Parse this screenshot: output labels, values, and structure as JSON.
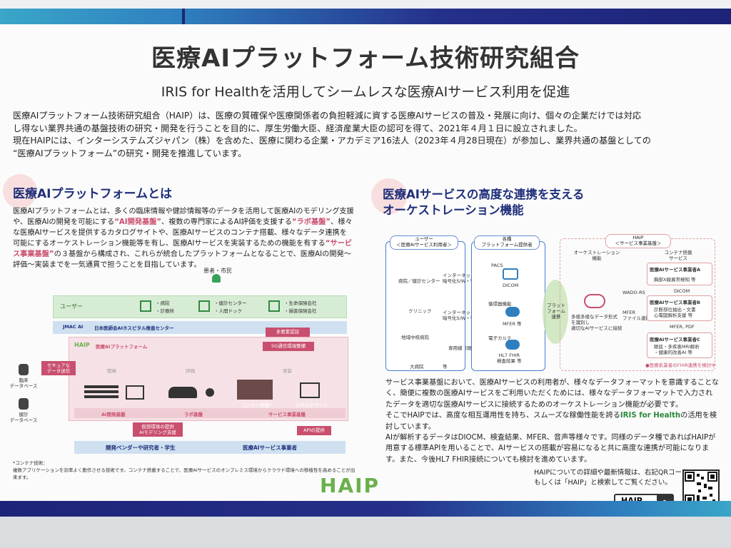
{
  "title": "医療AIプラットフォーム技術研究組合",
  "subtitle": "IRIS for Healthを活用してシームレスな医療AIサービス利用を促進",
  "intro": [
    "医療AIプラットフォーム技術研究組合（HAIP）は、医療の質確保や医療関係者の負担軽減に資する医療AIサービスの普及・発展に向け、個々の企業だけでは対応",
    "し得ない業界共通の基盤技術の研究・開発を行うことを目的に、厚生労働大臣、経済産業大臣の認可を得て、2021年４月１日に設立されました。",
    "現在HAIPには、インターシステムズジャパン（株）を含めた、医療に関わる企業・アカデミア16法人（2023年４月28日現在）が参加し、業界共通の基盤としての",
    "“医療AIプラットフォーム”の研究・開発を推進しています。"
  ],
  "left": {
    "heading": "医療AIプラットフォームとは",
    "body_1": "医療AIプラットフォームとは、多くの臨床情報や健診情報等のデータを活用して医療AIのモデリング支援や、医療AIの開発を可能にする",
    "hl_1": "“AI開発基盤”",
    "body_2": "、複数の専門家によるAI評価を支援する",
    "hl_2": "“ラボ基盤”",
    "body_3": "、様々な医療AIサービスを提供するカタログサイトや、医療AIサービスのコンテナ搭載、様々なデータ連携を可能にするオーケストレーション機能等を有し、医療AIサービスを実装するための機能を有する",
    "hl_3": "“サービス事業基盤”",
    "body_4": "の３基盤から構成され、これらが統合したプラットフォームとなることで、医療AIの開発〜評価〜実装までを一気通貫で担うことを目指しています。",
    "diagram": {
      "patients": "患者・市民",
      "user": "ユーザー",
      "u1a": "・病院",
      "u1b": "・診療所",
      "u2a": "・健診センター",
      "u2b": "・人間ドック",
      "u3a": "・生命保険会社",
      "u3b": "・損害保険会社",
      "jmac_logo": "JMAC AI",
      "jmac": "日本医師会AIホスピタル推進センター",
      "multi_auth": "多要素認証",
      "net5g": "5G通信環境整備",
      "haip_logo": "HAIP",
      "haip_platform": "医療AIプラットフォーム",
      "secure": "セキュアな\nデータ送信",
      "db1": "臨床\nデータベース",
      "db2": "健診\nデータベース",
      "dev": "開発",
      "eval": "評価",
      "impl": "実装",
      "container": "コンテナ搭載*",
      "catalog": "カタログサイト",
      "ai_base": "AI開発基盤",
      "lab_base": "ラボ基盤",
      "svc_base": "サービス事業基盤",
      "env": "仮想環境の提供\nAIモデリング支援",
      "api": "APIの提供",
      "vendors": "開発ベンダーや研究者・学生",
      "providers": "医療AIサービス事業者"
    },
    "footnote_1": "*コンテナ技術：",
    "footnote_2": "複数アプリケーションを効率よく動作させる技術です。コンテナ搭載することで、医療AIサービスのオンプレミス環境からクラウド環境への移植性を高めることが出来ます。"
  },
  "right": {
    "heading_1": "医療AIサービスの高度な連携を支える",
    "heading_2": "オーケストレーション機能",
    "diagram": {
      "col1": "ユーザー\n＜医療AIサービス利用者＞",
      "col2": "各種\nプラットフォーム提供者",
      "col3": "HAIP\n＜サービス事業基盤＞",
      "orch": "オーケストレーション\n機能",
      "container": "コンテナ搭載\nサービス",
      "u1": "病院／健診センター",
      "u2": "クリニック",
      "u3": "地域中核病院",
      "u4": "大病院",
      "etc": "等",
      "vpn1": "インターネットVPN+\n暗号化S/W・等",
      "vpn2": "インターネットVPN+\n暗号化S/W・等",
      "line": "専用線（閉域網）・等",
      "p1": "PACS",
      "p2": "DICOM",
      "p3": "循環器機能",
      "p4": "MFER 等",
      "p5": "電子カルテ",
      "p6": "HL7 FHIR\n検査結果 等",
      "bridge": "プラット\nフォーム\n連携",
      "cloud": "多様多様なデータ形式\nを識別し\n適切なAIサービスに接続",
      "wado": "WADO-RS",
      "mfer": "MFER\nファイル連携",
      "sA": "医療AIサービス事業者A",
      "sA2": "胸部X線異常検知 等",
      "dicom": "DICOM",
      "sB": "医療AIサービス事業者B",
      "sB2": "診断部位抽出・文書\n心電図解析支援 等",
      "mfer_pdf": "MFER, PDF",
      "sC": "医療AIサービス事業者C",
      "sC2": "眼底・多疾患MRI解析\n・健康的改善AI 等",
      "note": "●医療系業者のFHIR連携を検討中"
    },
    "body_1": "サービス事業基盤において、医療AIサービスの利用者が、様々なデータフォーマットを意識することなく、簡便に複数の医療AIサービスをご利用いただくためには、様々なデータフォーマットで入力されたデータを適切な医療AIサービスに接続するためのオーケストレーション機能が必要です。",
    "body_2a": "そこでHAIPでは、高度な相互運用性を持ち、スムーズな稼働性能を誇る",
    "body_2b": "IRIS for Health",
    "body_2c": "の活用を検討しています。",
    "body_3": "AIが解析するデータはDIOCM、検査結果、MFER、音声等様々です。同様のデータ種であればHAIPが用意する標準APIを用いることで、AIサービスの搭載が容易になると共に高度な連携が可能になります。また、今後HL7 FHIR接続についても検討を進めています。"
  },
  "footer": {
    "contact_1": "HAIPについての詳細や最新情報は、右記QRコード、",
    "contact_2": "もしくは「HAIP」と検索してご覧ください。",
    "search_text": "HAIP",
    "logo": "HAIP"
  },
  "colors": {
    "navy": "#1f2f7a",
    "accent_pink": "#c94f6e",
    "green": "#6ab04c",
    "iris_green": "#2a8a3b"
  }
}
